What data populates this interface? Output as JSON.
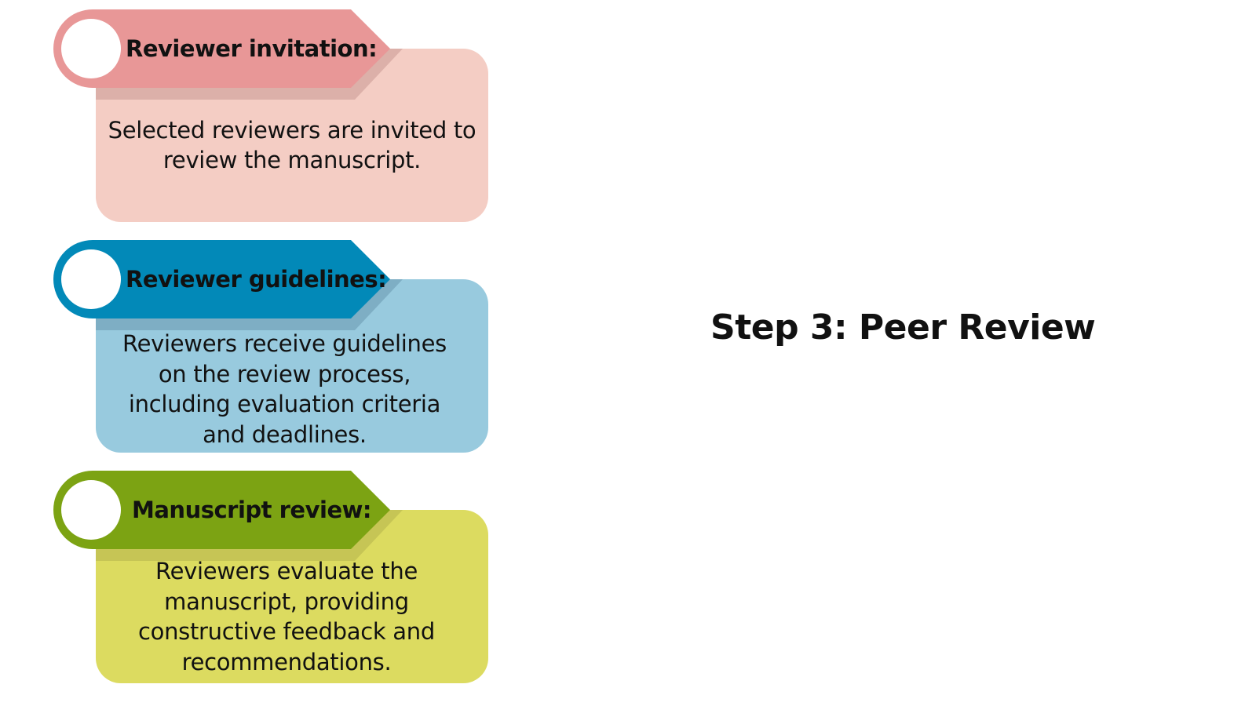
{
  "title": "Step 3: Peer Review",
  "steps": [
    {
      "heading": "Reviewer invitation:",
      "text": "Selected reviewers are invited to review the manuscript.",
      "colors": {
        "banner": "#e89797",
        "box": "#f4cdc4",
        "shadow": "#dcb0a9"
      }
    },
    {
      "heading": "Reviewer guidelines:",
      "text": "Reviewers receive guidelines on the review process, including evaluation criteria and deadlines.",
      "colors": {
        "banner": "#0289b8",
        "box": "#98cade",
        "shadow": "#7eaec4"
      }
    },
    {
      "heading": "Manuscript review:",
      "text": "Reviewers evaluate the manuscript, providing constructive feedback and recommendations.",
      "colors": {
        "banner": "#7ca313",
        "box": "#dcdb60",
        "shadow": "#c6c555"
      }
    }
  ]
}
